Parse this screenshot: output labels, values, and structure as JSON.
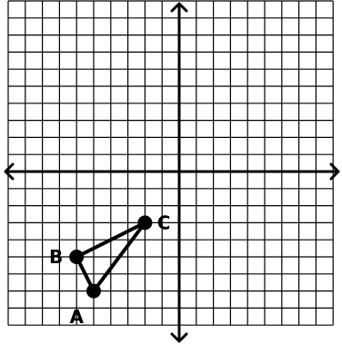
{
  "grid": {
    "x_min": -10,
    "x_max": 9,
    "y_min": -9,
    "y_max": 10
  },
  "axes": {
    "x_arrows": true,
    "y_arrows": true
  },
  "points": [
    {
      "label": "A",
      "x": -5,
      "y": -7,
      "label_dx": -1,
      "label_dy": -1.5
    },
    {
      "label": "B",
      "x": -6,
      "y": -5,
      "label_dx": -1.2,
      "label_dy": 0
    },
    {
      "label": "C",
      "x": -2,
      "y": -3,
      "label_dx": 1.1,
      "label_dy": 0
    }
  ],
  "triangle": [
    "A",
    "B",
    "C"
  ],
  "colors": {
    "ink": "#000000",
    "background": "#ffffff"
  }
}
